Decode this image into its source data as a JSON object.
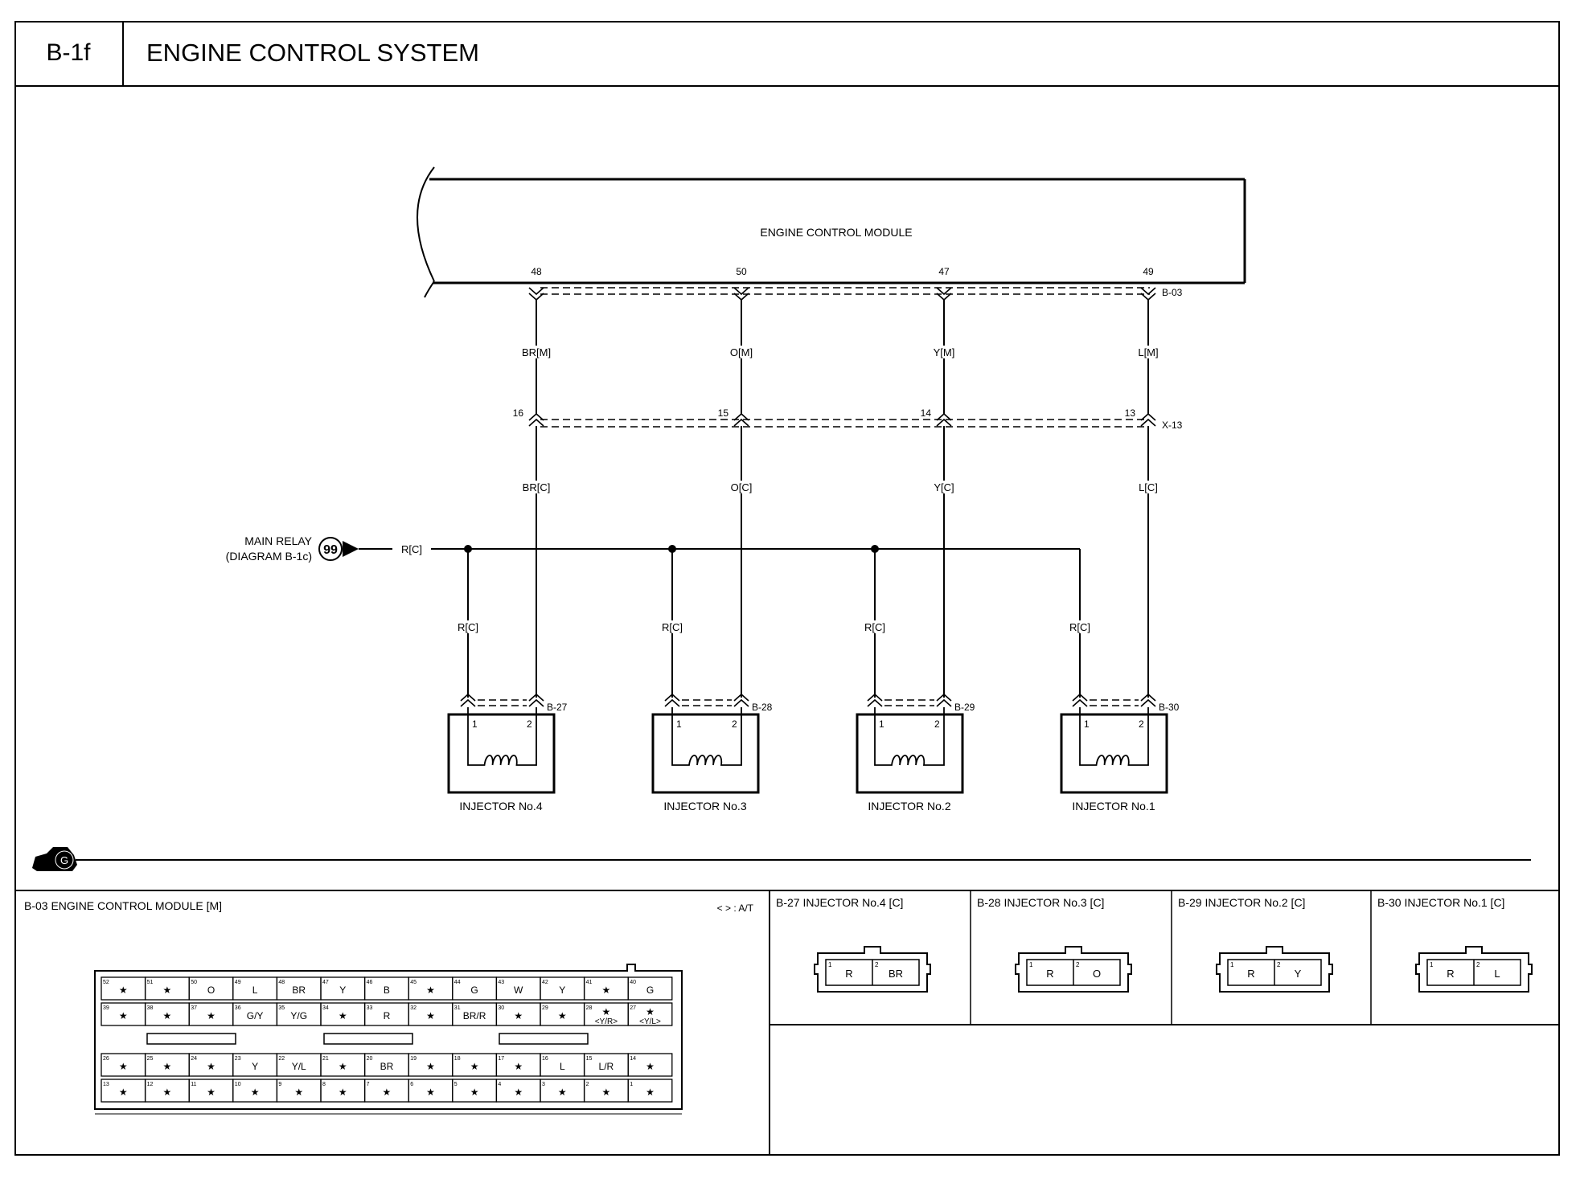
{
  "header": {
    "code": "B-1f",
    "title": "ENGINE CONTROL SYSTEM"
  },
  "diagram": {
    "ecm_label": "ENGINE CONTROL MODULE",
    "ecm_connector": "B-03",
    "intermediate_connector": "X-13",
    "main_relay": {
      "label": "MAIN RELAY",
      "sublabel": "(DIAGRAM B-1c)",
      "ref": "99",
      "wire": "R[C]"
    },
    "channels": [
      {
        "ecm_pin": "48",
        "upper_wire": "BR[M]",
        "x13_pin": "16",
        "lower_wire": "BR[C]",
        "feed_wire": "R[C]",
        "connector": "B-27",
        "pin1": "1",
        "pin2": "2",
        "name": "INJECTOR No.4"
      },
      {
        "ecm_pin": "50",
        "upper_wire": "O[M]",
        "x13_pin": "15",
        "lower_wire": "O[C]",
        "feed_wire": "R[C]",
        "connector": "B-28",
        "pin1": "1",
        "pin2": "2",
        "name": "INJECTOR No.3"
      },
      {
        "ecm_pin": "47",
        "upper_wire": "Y[M]",
        "x13_pin": "14",
        "lower_wire": "Y[C]",
        "feed_wire": "R[C]",
        "connector": "B-29",
        "pin1": "1",
        "pin2": "2",
        "name": "INJECTOR No.2"
      },
      {
        "ecm_pin": "49",
        "upper_wire": "L[M]",
        "x13_pin": "13",
        "lower_wire": "L[C]",
        "feed_wire": "R[C]",
        "connector": "B-30",
        "pin1": "1",
        "pin2": "2",
        "name": "INJECTOR No.1"
      }
    ],
    "ground_badge": "G"
  },
  "ecm_connector_panel": {
    "title": "B-03 ENGINE CONTROL MODULE [M]",
    "note": "< > : A/T",
    "rows": [
      [
        {
          "n": "52",
          "w": "★"
        },
        {
          "n": "51",
          "w": "★"
        },
        {
          "n": "50",
          "w": "O"
        },
        {
          "n": "49",
          "w": "L"
        },
        {
          "n": "48",
          "w": "BR"
        },
        {
          "n": "47",
          "w": "Y"
        },
        {
          "n": "46",
          "w": "B"
        },
        {
          "n": "45",
          "w": "★"
        },
        {
          "n": "44",
          "w": "G"
        },
        {
          "n": "43",
          "w": "W"
        },
        {
          "n": "42",
          "w": "Y"
        },
        {
          "n": "41",
          "w": "★"
        },
        {
          "n": "40",
          "w": "G"
        }
      ],
      [
        {
          "n": "39",
          "w": "★"
        },
        {
          "n": "38",
          "w": "★"
        },
        {
          "n": "37",
          "w": "★"
        },
        {
          "n": "36",
          "w": "G/Y"
        },
        {
          "n": "35",
          "w": "Y/G"
        },
        {
          "n": "34",
          "w": "★"
        },
        {
          "n": "33",
          "w": "R"
        },
        {
          "n": "32",
          "w": "★"
        },
        {
          "n": "31",
          "w": "BR/R"
        },
        {
          "n": "30",
          "w": "★"
        },
        {
          "n": "29",
          "w": "★"
        },
        {
          "n": "28",
          "w": "★",
          "alt": "<Y/R>"
        },
        {
          "n": "27",
          "w": "★",
          "alt": "<Y/L>"
        }
      ],
      [
        {
          "n": "26",
          "w": "★"
        },
        {
          "n": "25",
          "w": "★"
        },
        {
          "n": "24",
          "w": "★"
        },
        {
          "n": "23",
          "w": "Y"
        },
        {
          "n": "22",
          "w": "Y/L"
        },
        {
          "n": "21",
          "w": "★"
        },
        {
          "n": "20",
          "w": "BR"
        },
        {
          "n": "19",
          "w": "★"
        },
        {
          "n": "18",
          "w": "★"
        },
        {
          "n": "17",
          "w": "★"
        },
        {
          "n": "16",
          "w": "L"
        },
        {
          "n": "15",
          "w": "L/R"
        },
        {
          "n": "14",
          "w": "★"
        }
      ],
      [
        {
          "n": "13",
          "w": "★"
        },
        {
          "n": "12",
          "w": "★"
        },
        {
          "n": "11",
          "w": "★"
        },
        {
          "n": "10",
          "w": "★"
        },
        {
          "n": "9",
          "w": "★"
        },
        {
          "n": "8",
          "w": "★"
        },
        {
          "n": "7",
          "w": "★"
        },
        {
          "n": "6",
          "w": "★"
        },
        {
          "n": "5",
          "w": "★"
        },
        {
          "n": "4",
          "w": "★"
        },
        {
          "n": "3",
          "w": "★"
        },
        {
          "n": "2",
          "w": "★"
        },
        {
          "n": "1",
          "w": "★"
        }
      ]
    ]
  },
  "injector_panels": [
    {
      "title": "B-27 INJECTOR No.4 [C]",
      "pins": [
        {
          "n": "1",
          "w": "R"
        },
        {
          "n": "2",
          "w": "BR"
        }
      ]
    },
    {
      "title": "B-28 INJECTOR No.3 [C]",
      "pins": [
        {
          "n": "1",
          "w": "R"
        },
        {
          "n": "2",
          "w": "O"
        }
      ]
    },
    {
      "title": "B-29 INJECTOR No.2 [C]",
      "pins": [
        {
          "n": "1",
          "w": "R"
        },
        {
          "n": "2",
          "w": "Y"
        }
      ]
    },
    {
      "title": "B-30 INJECTOR No.1 [C]",
      "pins": [
        {
          "n": "1",
          "w": "R"
        },
        {
          "n": "2",
          "w": "L"
        }
      ]
    }
  ]
}
